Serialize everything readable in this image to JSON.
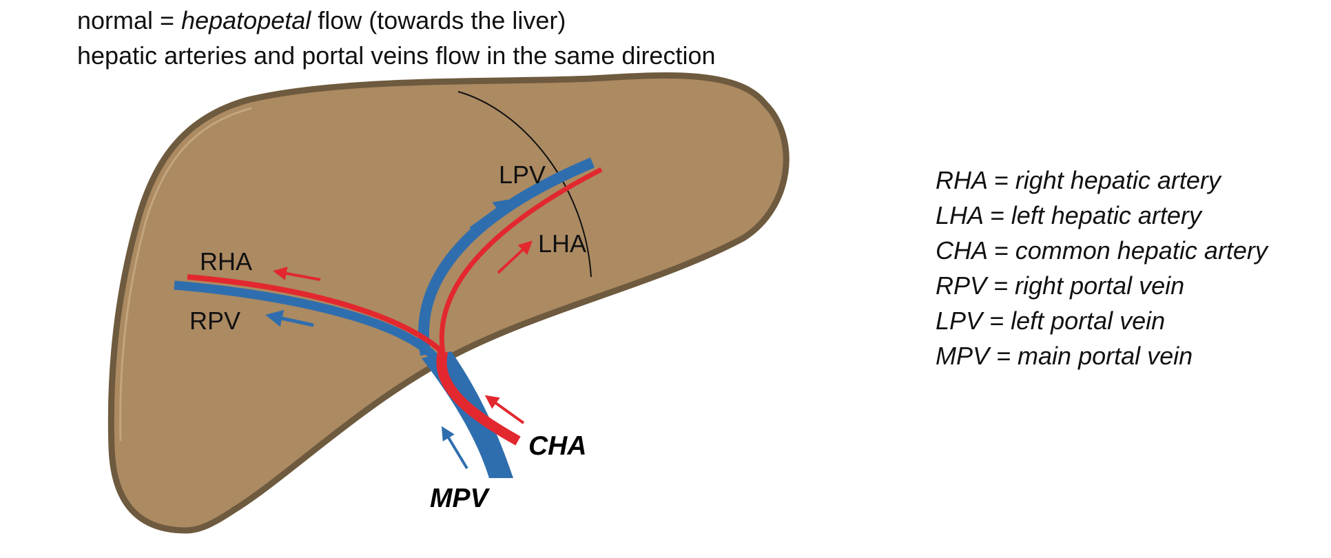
{
  "header": {
    "line1_prefix": "normal = ",
    "line1_italic": "hepatopetal",
    "line1_suffix": " flow (towards the liver)",
    "line2": "hepatic arteries and portal veins flow in the same direction"
  },
  "labels": {
    "rha": "RHA",
    "rpv": "RPV",
    "lpv": "LPV",
    "lha": "LHA",
    "cha": "CHA",
    "mpv": "MPV"
  },
  "legend": [
    "RHA = right hepatic artery",
    "LHA = left hepatic artery",
    "CHA = common hepatic artery",
    "RPV = right portal vein",
    "LPV = left portal vein",
    "MPV = main portal vein"
  ],
  "colors": {
    "liver_fill": "#ac8a62",
    "liver_rim": "#6e5a3e",
    "vein_blue": "#2f6eae",
    "artery_red": "#e2282e"
  }
}
